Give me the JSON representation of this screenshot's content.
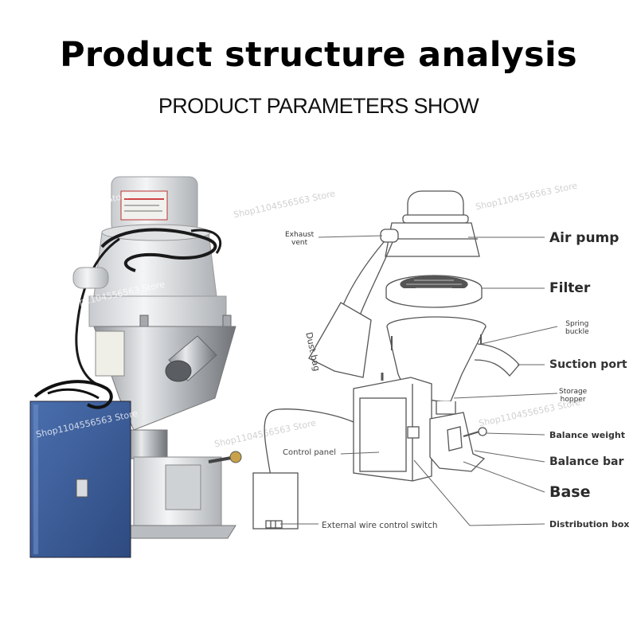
{
  "header": {
    "title": "Product structure analysis",
    "subtitle": "PRODUCT PARAMETERS SHOW"
  },
  "labels": {
    "air_pump": "Air pump",
    "filter": "Filter",
    "spring_buckle": "Spring\nbuckle",
    "suction_port": "Suction port",
    "storage_hopper": "Storage\nhopper",
    "balance_weight": "Balance weight",
    "balance_bar": "Balance bar",
    "base": "Base",
    "distribution_box": "Distribution box",
    "exhaust_vent": "Exhaust\nvent",
    "dust_bag": "Dust bag",
    "control_panel": "Control panel",
    "external_switch": "External wire control switch"
  },
  "watermark": "Shop1104556563 Store",
  "colors": {
    "panel_blue": "#3d5f9c",
    "metal": "#c9ccd0",
    "line": "#555555"
  }
}
